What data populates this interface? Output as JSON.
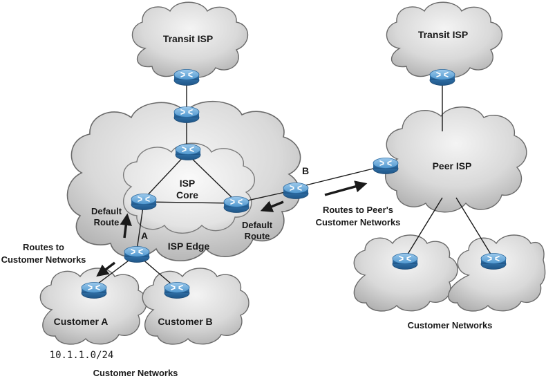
{
  "labels": {
    "transit_isp_left": "Transit ISP",
    "transit_isp_right": "Transit ISP",
    "isp_core_line1": "ISP",
    "isp_core_line2": "Core",
    "isp_edge": "ISP Edge",
    "peer_isp": "Peer ISP",
    "router_a": "A",
    "router_b": "B",
    "default_route_left_line1": "Default",
    "default_route_left_line2": "Route",
    "default_route_right_line1": "Default",
    "default_route_right_line2": "Route",
    "routes_to_customers_line1": "Routes to",
    "routes_to_customers_line2": "Customer Networks",
    "routes_to_peer_line1": "Routes to Peer's",
    "routes_to_peer_line2": "Customer Networks",
    "customer_a": "Customer A",
    "customer_b": "Customer B",
    "subnet": "10.1.1.0/24",
    "customer_networks_left": "Customer Networks",
    "customer_networks_right": "Customer Networks"
  },
  "colors": {
    "router": "#4a90c8",
    "cloud": "#d4d4d4",
    "line": "#1a1a1a"
  },
  "icons": {
    "router": "router-icon",
    "cloud": "cloud-shape"
  }
}
